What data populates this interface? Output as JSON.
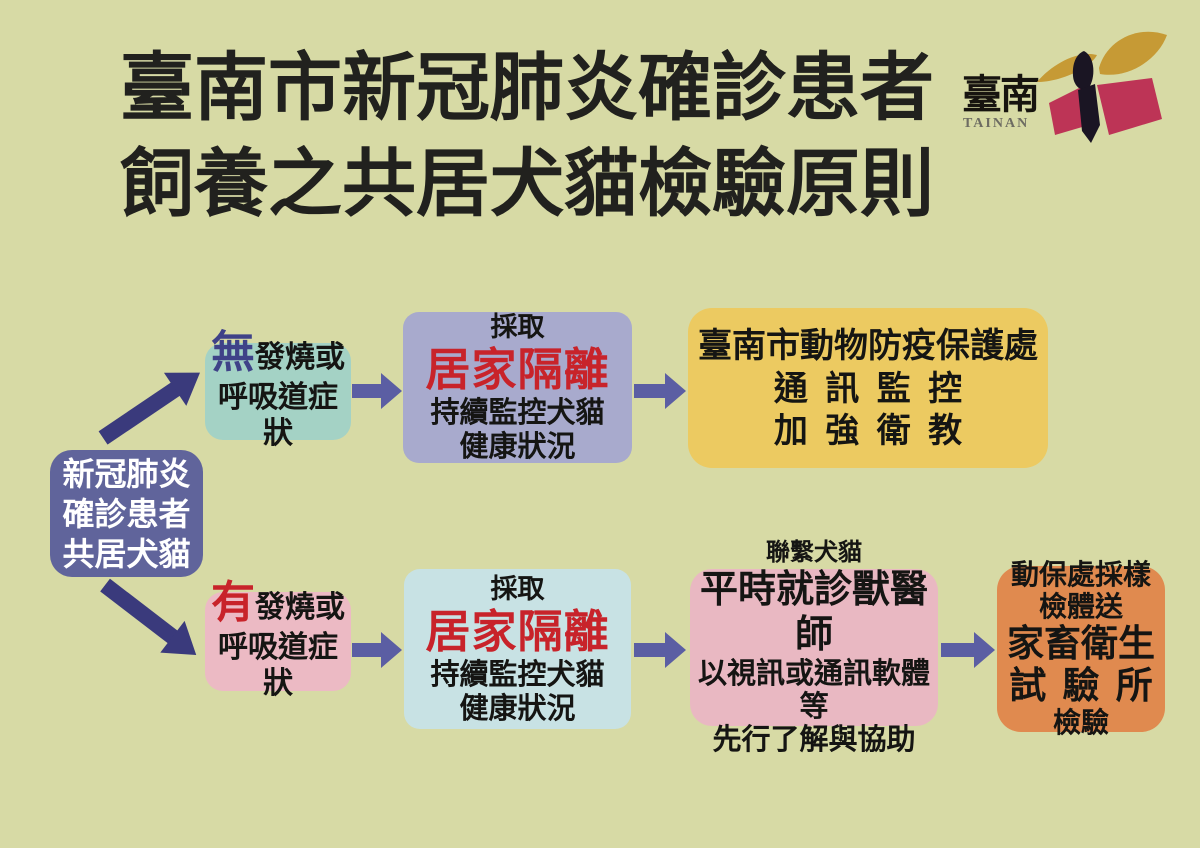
{
  "background": "#d7daa5",
  "title": {
    "line1": "臺南市新冠肺炎確診患者",
    "line2": "飼養之共居犬貓檢驗原則"
  },
  "logo": {
    "wordmark": "臺南",
    "subtitle": "TAINAN"
  },
  "palette": {
    "background": "#d7daa5",
    "title_text": "#21211e",
    "highlight_red": "#c8232a",
    "keyword_blue": "#3f4288",
    "arrow_horizontal": "#5b5ea3",
    "arrow_diagonal": "#3a3a7c",
    "box_root": "#60649b",
    "box_no_symptom": "#a4d2c5",
    "box_action_top": "#a8aacd",
    "box_result_top": "#ecca61",
    "box_yes_symptom": "#ecbac4",
    "box_action_bottom": "#c8e2e4",
    "box_vet_contact": "#e9b8c2",
    "box_lab_test": "#e08a4f",
    "logo_gold": "#c69a35",
    "logo_crimson": "#bd3456",
    "logo_black": "#1a1523"
  },
  "flowchart": {
    "root": {
      "line1": "新冠肺炎",
      "line2": "確診患者",
      "line3": "共居犬貓"
    },
    "no_branch": {
      "keyword": "無",
      "after_keyword": "發燒或",
      "line2": "呼吸道症狀"
    },
    "home_isolation_top": {
      "line1": "採取",
      "highlight": "居家隔離",
      "line3": "持續監控犬貓",
      "line4": "健康狀況"
    },
    "animal_office": {
      "line1": "臺南市動物防疫保護處",
      "line2": "通 訊 監 控",
      "line3": "加 強 衛 教"
    },
    "yes_branch": {
      "keyword": "有",
      "after_keyword": "發燒或",
      "line2": "呼吸道症狀"
    },
    "home_isolation_bottom": {
      "line1": "採取",
      "highlight": "居家隔離",
      "line3": "持續監控犬貓",
      "line4": "健康狀況"
    },
    "vet_contact": {
      "line1": "聯繫犬貓",
      "line2": "平時就診獸醫師",
      "line3": "以視訊或通訊軟體等",
      "line4": "先行了解與協助"
    },
    "lab_test": {
      "line1": "動保處採樣",
      "line2": "檢體送",
      "line3": "家畜衛生",
      "line4": "試 驗 所",
      "line5": "檢驗"
    }
  }
}
